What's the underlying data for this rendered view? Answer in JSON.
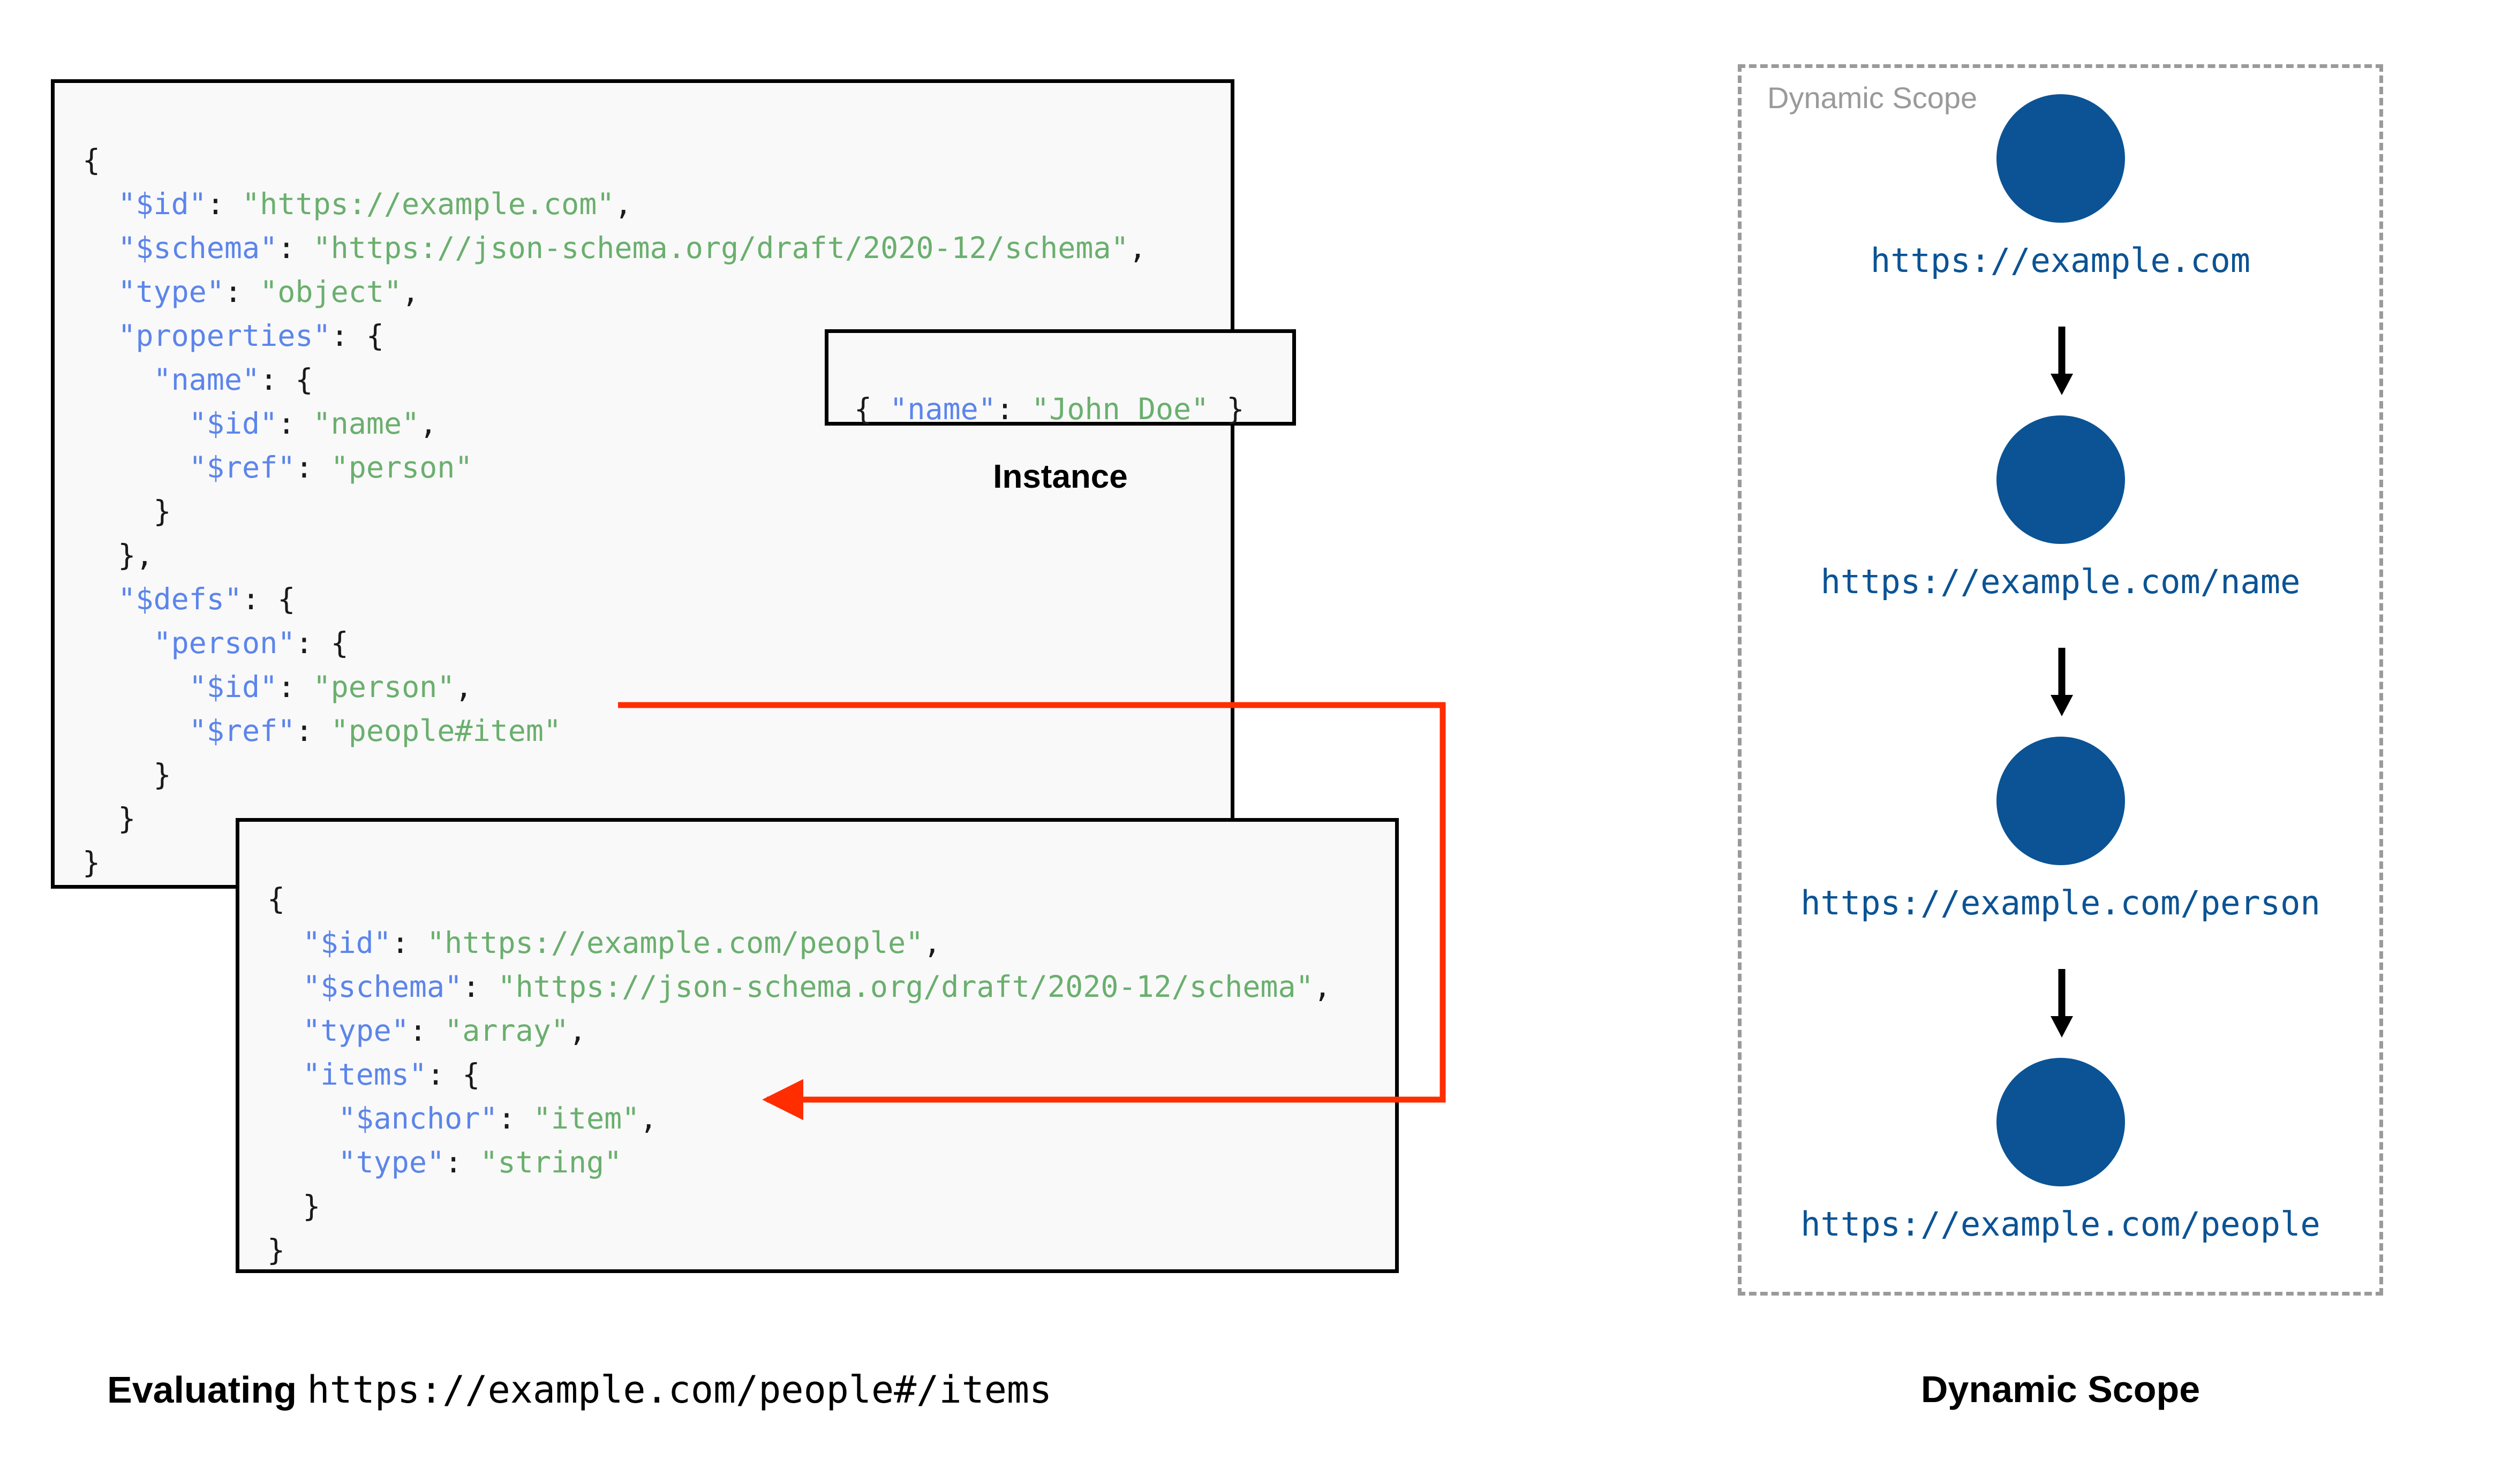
{
  "colors": {
    "json_key": "#5c85eb",
    "json_string": "#6aaf6e",
    "punctuation": "#1a1a1a",
    "box_border": "#000000",
    "box_background": "#f9f9f9",
    "ref_arrow": "#ff2d00",
    "scope_node": "#0b5394",
    "scope_border": "#9a9a9a",
    "scope_label_gray": "#9a9a9a"
  },
  "schema_root": {
    "name": "root-schema",
    "lines": [
      {
        "indent": 0,
        "tokens": [
          {
            "t": "p",
            "v": "{"
          }
        ]
      },
      {
        "indent": 1,
        "tokens": [
          {
            "t": "k",
            "v": "\"$id\""
          },
          {
            "t": "p",
            "v": ": "
          },
          {
            "t": "s",
            "v": "\"https://example.com\""
          },
          {
            "t": "p",
            "v": ","
          }
        ]
      },
      {
        "indent": 1,
        "tokens": [
          {
            "t": "k",
            "v": "\"$schema\""
          },
          {
            "t": "p",
            "v": ": "
          },
          {
            "t": "s",
            "v": "\"https://json-schema.org/draft/2020-12/schema\""
          },
          {
            "t": "p",
            "v": ","
          }
        ]
      },
      {
        "indent": 1,
        "tokens": [
          {
            "t": "k",
            "v": "\"type\""
          },
          {
            "t": "p",
            "v": ": "
          },
          {
            "t": "s",
            "v": "\"object\""
          },
          {
            "t": "p",
            "v": ","
          }
        ]
      },
      {
        "indent": 1,
        "tokens": [
          {
            "t": "k",
            "v": "\"properties\""
          },
          {
            "t": "p",
            "v": ": {"
          }
        ]
      },
      {
        "indent": 2,
        "tokens": [
          {
            "t": "k",
            "v": "\"name\""
          },
          {
            "t": "p",
            "v": ": {"
          }
        ]
      },
      {
        "indent": 3,
        "tokens": [
          {
            "t": "k",
            "v": "\"$id\""
          },
          {
            "t": "p",
            "v": ": "
          },
          {
            "t": "s",
            "v": "\"name\""
          },
          {
            "t": "p",
            "v": ","
          }
        ]
      },
      {
        "indent": 3,
        "tokens": [
          {
            "t": "k",
            "v": "\"$ref\""
          },
          {
            "t": "p",
            "v": ": "
          },
          {
            "t": "s",
            "v": "\"person\""
          }
        ]
      },
      {
        "indent": 2,
        "tokens": [
          {
            "t": "p",
            "v": "}"
          }
        ]
      },
      {
        "indent": 1,
        "tokens": [
          {
            "t": "p",
            "v": "},"
          }
        ]
      },
      {
        "indent": 1,
        "tokens": [
          {
            "t": "k",
            "v": "\"$defs\""
          },
          {
            "t": "p",
            "v": ": {"
          }
        ]
      },
      {
        "indent": 2,
        "tokens": [
          {
            "t": "k",
            "v": "\"person\""
          },
          {
            "t": "p",
            "v": ": {"
          }
        ]
      },
      {
        "indent": 3,
        "tokens": [
          {
            "t": "k",
            "v": "\"$id\""
          },
          {
            "t": "p",
            "v": ": "
          },
          {
            "t": "s",
            "v": "\"person\""
          },
          {
            "t": "p",
            "v": ","
          }
        ]
      },
      {
        "indent": 3,
        "tokens": [
          {
            "t": "k",
            "v": "\"$ref\""
          },
          {
            "t": "p",
            "v": ": "
          },
          {
            "t": "s",
            "v": "\"people#item\""
          }
        ]
      },
      {
        "indent": 2,
        "tokens": [
          {
            "t": "p",
            "v": "}"
          }
        ]
      },
      {
        "indent": 1,
        "tokens": [
          {
            "t": "p",
            "v": "}"
          }
        ]
      },
      {
        "indent": 0,
        "tokens": [
          {
            "t": "p",
            "v": "}"
          }
        ]
      }
    ]
  },
  "instance": {
    "name": "instance",
    "caption": "Instance",
    "lines": [
      {
        "indent": 0,
        "tokens": [
          {
            "t": "p",
            "v": "{ "
          },
          {
            "t": "k",
            "v": "\"name\""
          },
          {
            "t": "p",
            "v": ": "
          },
          {
            "t": "s",
            "v": "\"John Doe\""
          },
          {
            "t": "p",
            "v": " }"
          }
        ]
      }
    ]
  },
  "schema_people": {
    "name": "people-schema",
    "lines": [
      {
        "indent": 0,
        "tokens": [
          {
            "t": "p",
            "v": "{"
          }
        ]
      },
      {
        "indent": 1,
        "tokens": [
          {
            "t": "k",
            "v": "\"$id\""
          },
          {
            "t": "p",
            "v": ": "
          },
          {
            "t": "s",
            "v": "\"https://example.com/people\""
          },
          {
            "t": "p",
            "v": ","
          }
        ]
      },
      {
        "indent": 1,
        "tokens": [
          {
            "t": "k",
            "v": "\"$schema\""
          },
          {
            "t": "p",
            "v": ": "
          },
          {
            "t": "s",
            "v": "\"https://json-schema.org/draft/2020-12/schema\""
          },
          {
            "t": "p",
            "v": ","
          }
        ]
      },
      {
        "indent": 1,
        "tokens": [
          {
            "t": "k",
            "v": "\"type\""
          },
          {
            "t": "p",
            "v": ": "
          },
          {
            "t": "s",
            "v": "\"array\""
          },
          {
            "t": "p",
            "v": ","
          }
        ]
      },
      {
        "indent": 1,
        "tokens": [
          {
            "t": "k",
            "v": "\"items\""
          },
          {
            "t": "p",
            "v": ": {"
          }
        ]
      },
      {
        "indent": 2,
        "tokens": [
          {
            "t": "k",
            "v": "\"$anchor\""
          },
          {
            "t": "p",
            "v": ": "
          },
          {
            "t": "s",
            "v": "\"item\""
          },
          {
            "t": "p",
            "v": ","
          }
        ]
      },
      {
        "indent": 2,
        "tokens": [
          {
            "t": "k",
            "v": "\"type\""
          },
          {
            "t": "p",
            "v": ": "
          },
          {
            "t": "s",
            "v": "\"string\""
          }
        ]
      },
      {
        "indent": 1,
        "tokens": [
          {
            "t": "p",
            "v": "}"
          }
        ]
      },
      {
        "indent": 0,
        "tokens": [
          {
            "t": "p",
            "v": "}"
          }
        ]
      }
    ]
  },
  "ref_arrow": {
    "name": "ref-resolution-arrow",
    "from": "\"$ref\": \"people#item\"",
    "to": "\"$anchor\": \"item\""
  },
  "dynamic_scope": {
    "panel_label": "Dynamic Scope",
    "caption": "Dynamic Scope",
    "nodes": [
      {
        "label": "https://example.com"
      },
      {
        "label": "https://example.com/name"
      },
      {
        "label": "https://example.com/person"
      },
      {
        "label": "https://example.com/people"
      }
    ]
  },
  "evaluating": {
    "label": "Evaluating",
    "uri": "https://example.com/people#/items"
  }
}
